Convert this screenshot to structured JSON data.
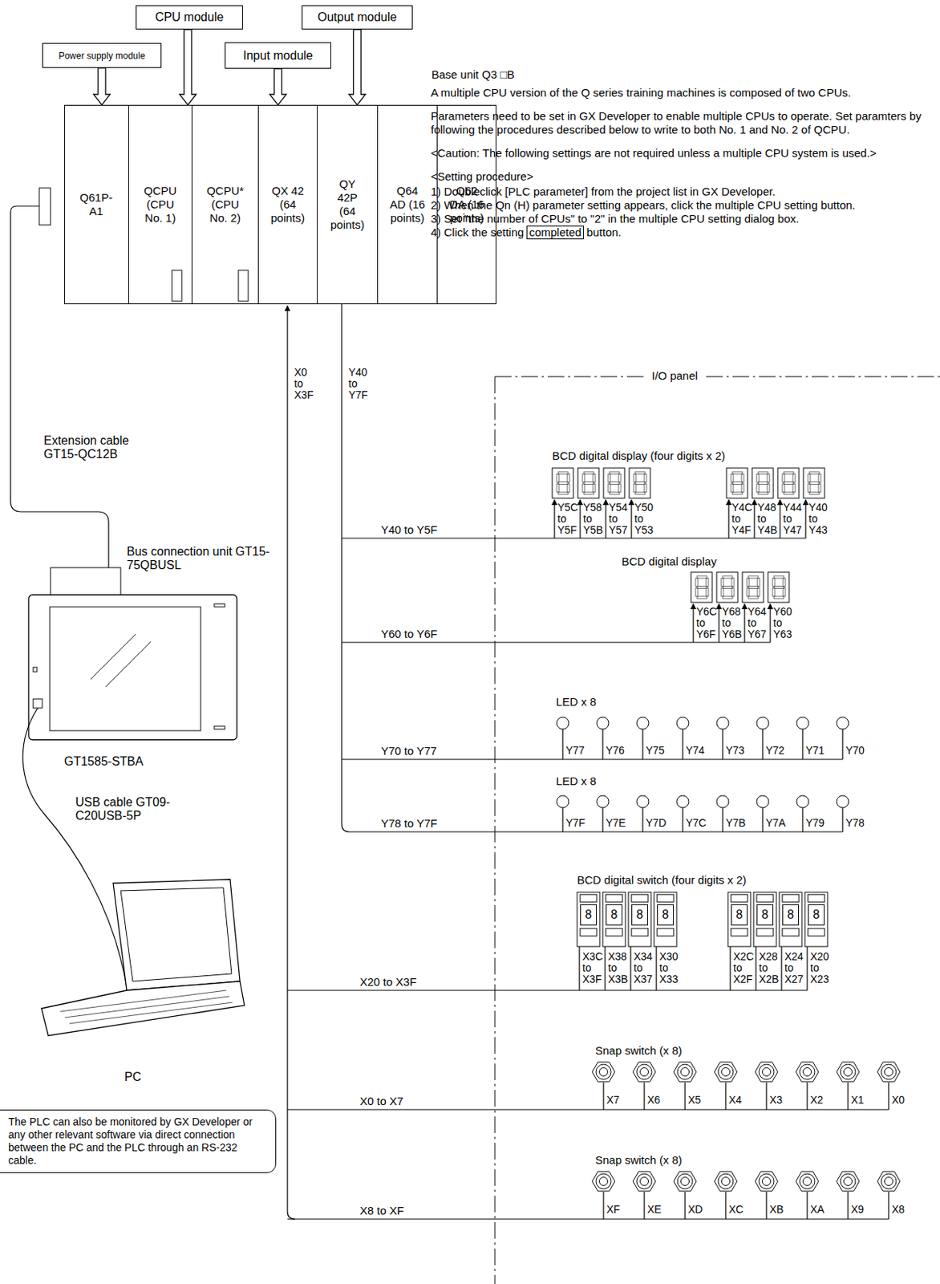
{
  "diagram": {
    "nodes": [
      {
        "text": [
          "Power supply module"
        ]
      },
      {
        "text": [
          "CPU module"
        ]
      },
      {
        "text": [
          "Input module"
        ]
      },
      {
        "text": [
          "Output module"
        ]
      },
      {
        "text": [
          "Base unit Q3 □B"
        ]
      },
      {
        "text": [
          "Q61P-A1"
        ],
        "in": 4
      },
      {
        "text": [
          "QCPU (CPU No. 1)"
        ],
        "in": 4
      },
      {
        "text": [
          "QCPU* (CPU No. 2)"
        ],
        "in": 4
      },
      {
        "text": [
          "QX 42 (64 points)"
        ],
        "in": 4
      },
      {
        "text": [
          "QY 42P (64 points)"
        ],
        "in": 4
      },
      {
        "text": [
          "Q64 AD (16 points)"
        ],
        "in": 4
      },
      {
        "text": [
          "Q62 DA (16 points)"
        ],
        "in": 4
      },
      {
        "text": [
          "8"
        ]
      },
      {
        "text": [
          "8"
        ]
      },
      {
        "text": [
          "8"
        ]
      },
      {
        "text": [
          "8"
        ]
      },
      {
        "text": [
          "8"
        ]
      },
      {
        "text": [
          "8"
        ]
      },
      {
        "text": [
          "8"
        ]
      },
      {
        "text": [
          "8"
        ]
      },
      {
        "text": [
          "The PLC can also be monitored by GX Developer or any other relevant software via direct connection between the PC and the PLC through an RS-232 cable."
        ]
      }
    ],
    "edges": [
      {
        "from": 0,
        "to": 5,
        "arrow": "to"
      },
      {
        "from": 1,
        "to": 6,
        "arrow": "to"
      },
      {
        "from": 2,
        "to": 8,
        "arrow": "to"
      },
      {
        "from": 3,
        "to": 9,
        "arrow": "to"
      }
    ],
    "labels": [
      "A multiple CPU version of the Q series training machines is composed of two CPUs.",
      "Parameters need to be set in GX Developer to enable multiple CPUs to operate. Set paramters by following the procedures described below to write to both No. 1 and No. 2 of QCPU.",
      "<Caution: The following settings are not required unless a multiple CPU system is used.>",
      "<Setting procedure>",
      "1) Doubleclick [PLC parameter] from the project list in GX Developer.",
      "2) When the Qn (H) parameter setting appears, click the multiple CPU setting button.",
      "3) Set \"the number of CPUs\" to \"2\" in the multiple CPU setting dialog box.",
      "4) Click the setting",
      "completed",
      "button.",
      "X0 to X3F",
      "Y40 to Y7F",
      "I/O panel",
      "BCD digital display (four digits x 2)",
      "Y5C to Y5F",
      "Y58 to Y5B",
      "Y54 to Y57",
      "Y50 to Y53",
      "Y4C to Y4F",
      "Y48 to Y4B",
      "Y44 to Y47",
      "Y40 to Y43",
      "Y40 to Y5F",
      "BCD digital display",
      "Y6C to Y6F",
      "Y68 to Y6B",
      "Y64 to Y67",
      "Y60 to Y63",
      "Y60 to Y6F",
      "LED x 8",
      "Y77",
      "Y76",
      "Y75",
      "Y74",
      "Y73",
      "Y72",
      "Y71",
      "Y70",
      "Y70 to Y77",
      "LED x 8",
      "Y7F",
      "Y7E",
      "Y7D",
      "Y7C",
      "Y7B",
      "Y7A",
      "Y79",
      "Y78",
      "Y78 to Y7F",
      "BCD digital switch (four digits x 2)",
      "X3C to X3F",
      "X38 to X3B",
      "X34 to X37",
      "X30 to X33",
      "X2C to X2F",
      "X28 to X2B",
      "X24 to X27",
      "X20 to X23",
      "X20 to X3F",
      "Snap switch (x 8)",
      "X7",
      "X6",
      "X5",
      "X4",
      "X3",
      "X2",
      "X1",
      "X0",
      "X0 to X7",
      "Snap switch (x 8)",
      "XF",
      "XE",
      "XD",
      "XC",
      "XB",
      "XA",
      "X9",
      "X8",
      "X8 to XF",
      "Extension cable GT15-QC12B",
      "Bus connection unit GT15-75QBUSL",
      "GT1585-STBA",
      "USB cable GT09-C20USB-5P",
      "PC"
    ]
  }
}
